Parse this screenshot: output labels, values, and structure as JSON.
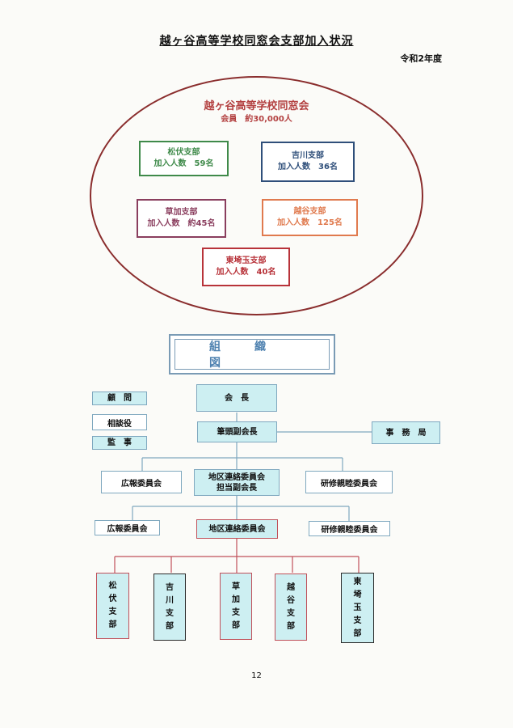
{
  "header": {
    "title": "越ヶ谷高等学校同窓会支部加入状況",
    "year": "令和2年度"
  },
  "association": {
    "name": "越ヶ谷高等学校同窓会",
    "members": "会員　約30,000人"
  },
  "branches": [
    {
      "name": "松伏支部",
      "count": "加入人数　59名",
      "color": "#3f8a4a"
    },
    {
      "name": "吉川支部",
      "count": "加入人数　36名",
      "color": "#2f4f7a"
    },
    {
      "name": "草加支部",
      "count": "加入人数　約45名",
      "color": "#8a3e5e"
    },
    {
      "name": "越谷支部",
      "count": "加入人数　125名",
      "color": "#e07a4e"
    },
    {
      "name": "東埼玉支部",
      "count": "加入人数　40名",
      "color": "#b8333a"
    }
  ],
  "org_chart": {
    "title": "組織図",
    "advisors": [
      "顧　問",
      "相談役",
      "監　事"
    ],
    "president": "会　長",
    "vice_president": "筆頭副会長",
    "secretariat": "事　務　局",
    "level2": [
      "広報委員会",
      "地区連絡委員会担当副会長",
      "研修親睦委員会"
    ],
    "level2_left": "広報委員会",
    "level2_center": [
      "地区連絡委員会",
      "担当副会長"
    ],
    "level2_right": "研修親睦委員会",
    "level3_left": "広報委員会",
    "level3_center": "地区連絡委員会",
    "level3_right": "研修親睦委員会",
    "branch_boxes": [
      [
        "松",
        "伏",
        "支",
        "部"
      ],
      [
        "吉",
        "川",
        "支",
        "部"
      ],
      [
        "草",
        "加",
        "支",
        "部"
      ],
      [
        "越",
        "谷",
        "支",
        "部"
      ],
      [
        "東",
        "埼",
        "玉",
        "支",
        "部"
      ]
    ]
  },
  "footer": {
    "page_number": "12"
  },
  "colors": {
    "line_blue": "#7fa8bf",
    "line_red": "#c0505a",
    "ellipse": "#8a2d2d"
  }
}
